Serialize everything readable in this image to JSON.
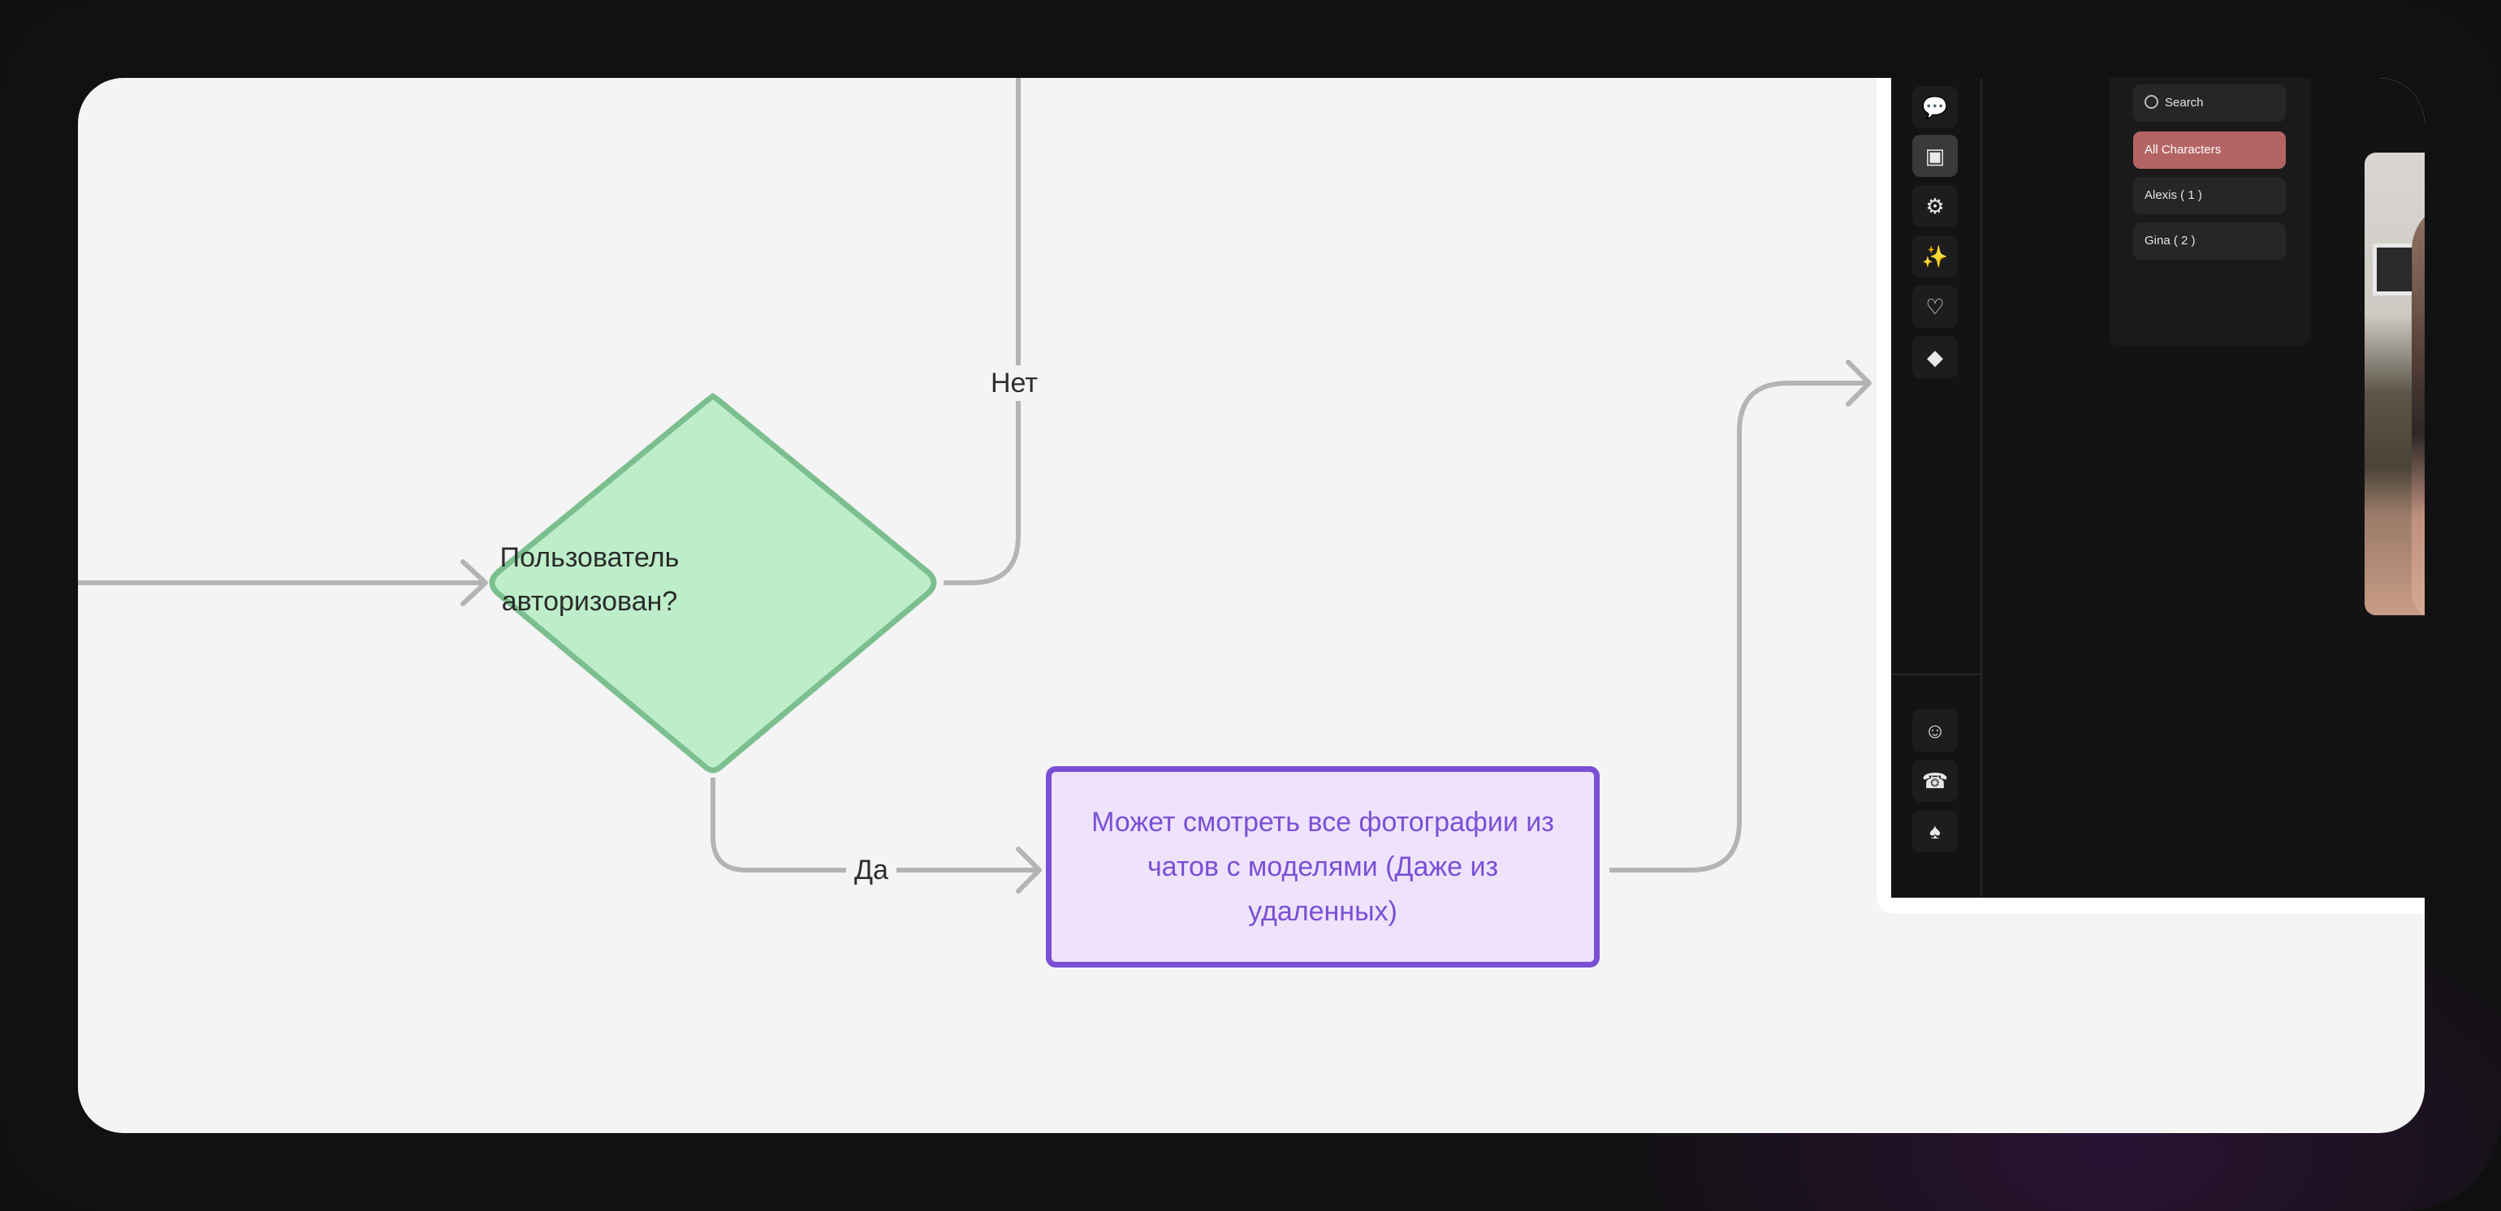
{
  "flowchart": {
    "decision": {
      "text_line1": "Пользователь",
      "text_line2": "авторизован?",
      "color": "#bdeec9",
      "border": "#7cbf8e"
    },
    "edge_no": "Нет",
    "edge_yes": "Да",
    "process": {
      "text": "Может смотреть все фотографии из чатов с моделями (Даже из удаленных)",
      "color": "#efe3fb",
      "border": "#7a4fd6"
    }
  },
  "app_preview": {
    "rail_icons": [
      "chat-icon",
      "gallery-icon",
      "bot-icon",
      "magic-wand-icon",
      "heart-icon",
      "diamond-icon"
    ],
    "rail_bottom_icons": [
      "discord-icon",
      "support-icon",
      "trophy-icon"
    ],
    "search_label": "Search",
    "filters": [
      {
        "label": "All Characters",
        "selected": true
      },
      {
        "label": "Alexis ( 1 )",
        "selected": false
      },
      {
        "label": "Gina ( 2 )",
        "selected": false
      }
    ],
    "accent": "#b46463"
  }
}
